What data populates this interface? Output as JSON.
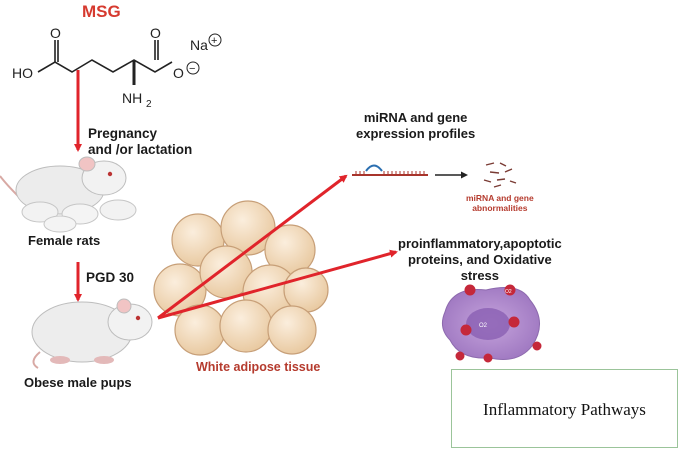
{
  "title": "MSG",
  "molecule": {
    "atom_o_left": "O",
    "atom_o_right": "O",
    "atom_ho": "HO",
    "atom_o_minus": "O",
    "minus_sign": "−",
    "atom_nh2": "NH",
    "nh2_subscript": "2",
    "counter_ion": "Na",
    "plus_sign": "+"
  },
  "step1_line1": "Pregnancy",
  "step1_line2": "and /or lactation",
  "female_label": "Female rats",
  "step2": "PGD 30",
  "obese_label": "Obese male pups",
  "tissue_label": "White adipose tissue",
  "mirna_head_line1": "miRNA  and gene",
  "mirna_head_line2": "expression profiles",
  "mirna_sub_line1": "miRNA and gene",
  "mirna_sub_line2": "abnormalities",
  "pro_line1": "proinflammatory,apoptotic",
  "pro_line2": "proteins, and Oxidative",
  "pro_line3": "stress",
  "cell_labels": {
    "o2_a": "O2",
    "o2_b": "O2"
  },
  "box_text": "Inflammatory Pathways",
  "colors": {
    "arrow_red": "#e0242b",
    "title_red": "#d63a2f",
    "label_red": "#b53b2e",
    "box_border": "#9bc49a"
  }
}
